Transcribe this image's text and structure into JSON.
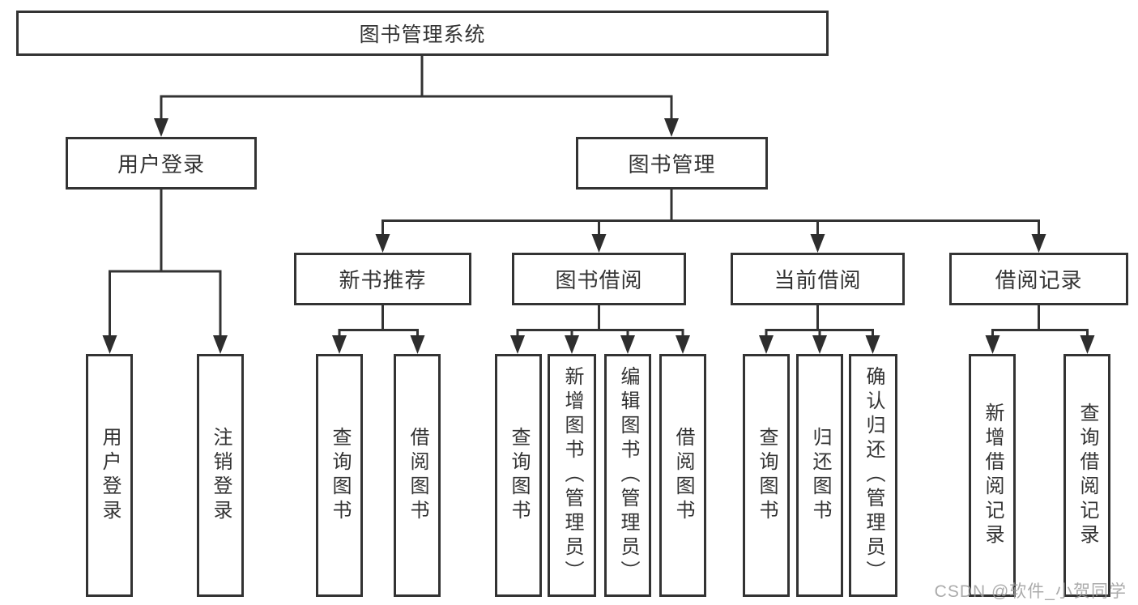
{
  "tree": {
    "root": "图书管理系统",
    "login_branch": {
      "label": "用户登录",
      "children": [
        "用户登录",
        "注销登录"
      ]
    },
    "mgmt_branch": {
      "label": "图书管理",
      "groups": [
        {
          "label": "新书推荐",
          "children": [
            "查询图书",
            "借阅图书"
          ]
        },
        {
          "label": "图书借阅",
          "children": [
            "查询图书",
            "新增图书（管理员）",
            "编辑图书（管理员）",
            "借阅图书"
          ]
        },
        {
          "label": "当前借阅",
          "children": [
            "查询图书",
            "归还图书",
            "确认归还（管理员）"
          ]
        },
        {
          "label": "借阅记录",
          "children": [
            "新增借阅记录",
            "查询借阅记录"
          ]
        }
      ]
    }
  },
  "watermark": "CSDN @软件_小贺同学",
  "colors": {
    "line": "#333333",
    "box_border": "#333333",
    "text": "#333333",
    "watermark_text": "#9d9d9d",
    "background": "#ffffff"
  }
}
